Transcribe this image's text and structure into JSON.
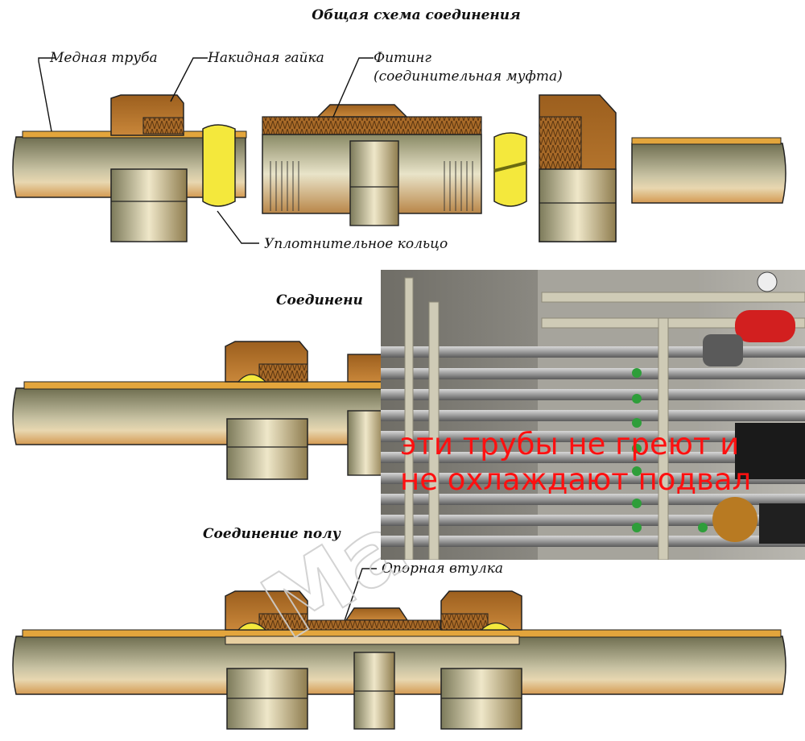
{
  "title_main": "Общая схема соединения",
  "title_second": "Соединени",
  "title_third": "Соединение полу",
  "labels": {
    "copper_pipe": "Медная труба",
    "union_nut": "Накидная гайка",
    "fitting": "Фитинг",
    "fitting_sub": "(соединительная муфта)",
    "seal_ring": "Уплотнительное кольцо",
    "support_sleeve": "Опорная втулка"
  },
  "watermark": "Mainsvet.ru",
  "photo_caption": "эти трубы не греют и не охлаждают подвал",
  "colors": {
    "copper": "#d9a044",
    "brass": "#b8742a",
    "pipe_gray": "#8b8a6a",
    "pipe_light": "#efe0b8",
    "ring_yellow": "#f4e83c",
    "caption_red": "#ff1010"
  }
}
